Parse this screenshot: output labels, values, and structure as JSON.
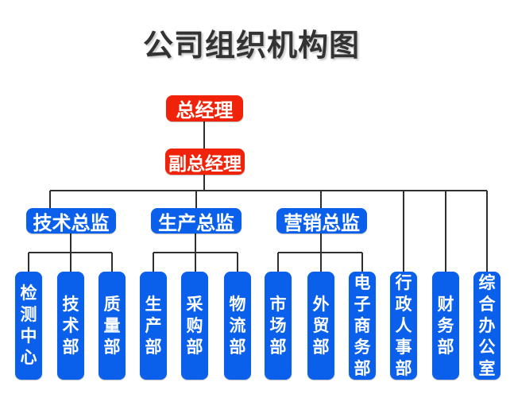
{
  "title": "公司组织机构图",
  "colors": {
    "executive_red": "#f0230a",
    "department_blue": "#0a60ea",
    "connector": "#2f2f2f",
    "title_text": "#333333"
  },
  "org": {
    "general_manager": "总经理",
    "deputy_general_manager": "副总经理",
    "directors": [
      {
        "label": "技术总监"
      },
      {
        "label": "生产总监"
      },
      {
        "label": "营销总监"
      }
    ],
    "departments": [
      {
        "label": "检测中心"
      },
      {
        "label": "技术部"
      },
      {
        "label": "质量部"
      },
      {
        "label": "生产部"
      },
      {
        "label": "采购部"
      },
      {
        "label": "物流部"
      },
      {
        "label": "市场部"
      },
      {
        "label": "外贸部"
      },
      {
        "label": "电子商务部"
      },
      {
        "label": "行政人事部"
      },
      {
        "label": "财务部"
      },
      {
        "label": "综合办公室"
      }
    ]
  }
}
